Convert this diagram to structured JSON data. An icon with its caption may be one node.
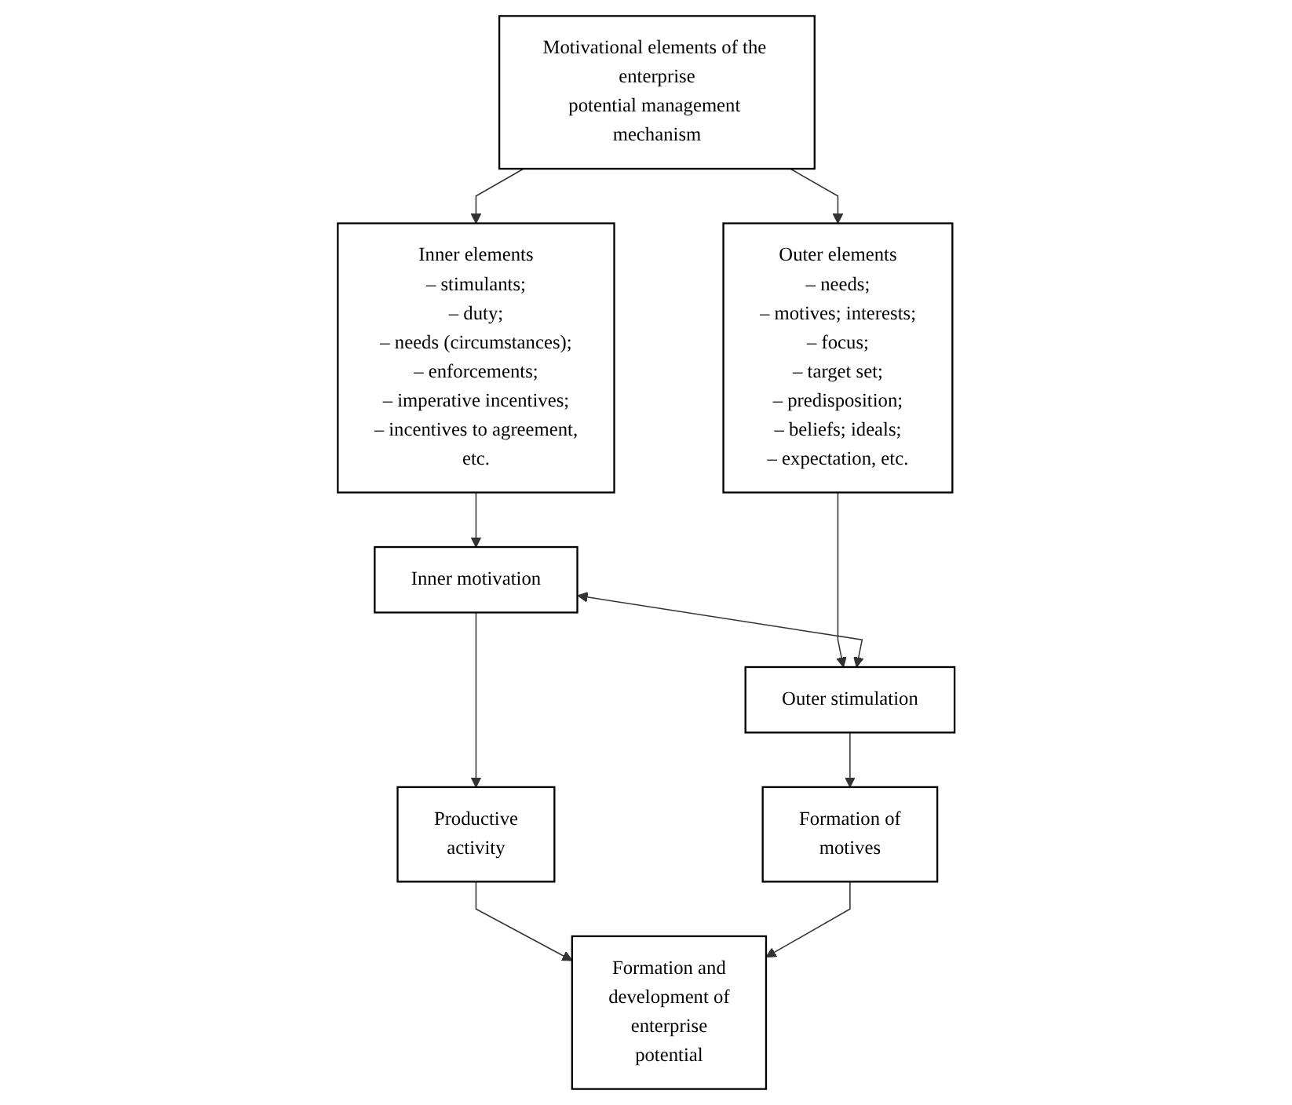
{
  "diagram": {
    "nodes": [
      {
        "text": [
          "Motivational elements of the enterprise potential management mechanism"
        ]
      },
      {
        "text": [
          "Inner elements",
          "– stimulants;",
          "– duty;",
          "– needs (circumstances);",
          "– enforcements;",
          "– imperative incentives;",
          "– incentives to agreement, etc."
        ]
      },
      {
        "text": [
          "Outer elements",
          "– needs;",
          "– motives; interests;",
          "– focus;",
          "– target set;",
          "– predisposition;",
          "– beliefs; ideals;",
          "– expectation, etc."
        ]
      },
      {
        "text": [
          "Inner motivation"
        ]
      },
      {
        "text": [
          "Outer stimulation"
        ]
      },
      {
        "text": [
          "Productive activity"
        ]
      },
      {
        "text": [
          "Formation and development of enterprise potential"
        ]
      },
      {
        "text": [
          "Formation of motives"
        ]
      }
    ],
    "edges": [
      {
        "from": 0,
        "to": 1,
        "arrow": "to"
      },
      {
        "from": 0,
        "to": 2,
        "arrow": "to"
      },
      {
        "from": 1,
        "to": 3,
        "arrow": "to"
      },
      {
        "from": 2,
        "to": 4,
        "arrow": "to"
      },
      {
        "from": 3,
        "to": 4,
        "arrow": "both"
      },
      {
        "from": 3,
        "to": 5,
        "arrow": "to"
      },
      {
        "from": 4,
        "to": 7,
        "arrow": "to"
      },
      {
        "from": 5,
        "to": 6,
        "arrow": "to"
      },
      {
        "from": 7,
        "to": 6,
        "arrow": "to"
      }
    ]
  }
}
